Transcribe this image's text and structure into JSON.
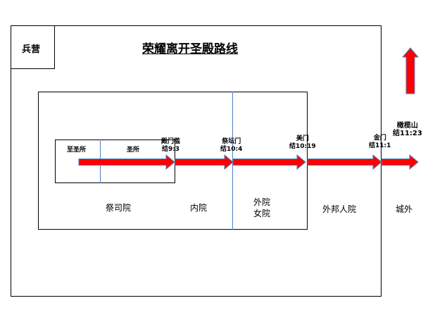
{
  "title": "荣耀离开圣殿路线",
  "barracks_label": "兵营",
  "left_labels": {
    "holiest": "至圣所",
    "holy": "圣所"
  },
  "checkpoints": [
    {
      "gate": "殿门槛",
      "verse": "结9:3"
    },
    {
      "gate": "祭坛门",
      "verse": "结10:4"
    },
    {
      "gate": "美门",
      "verse": "结10:19"
    },
    {
      "gate": "金门",
      "verse": "结11:1"
    },
    {
      "gate": "橄榄山",
      "verse": "结11:23"
    }
  ],
  "areas": {
    "priests_court": "祭司院",
    "inner_court": "内院",
    "outer_court_line1": "外院",
    "outer_court_line2": "女院",
    "gentiles_court": "外邦人院",
    "outside_city": "城外"
  },
  "colors": {
    "arrow_fill": "#ff0000",
    "arrow_stroke": "#4f81bd",
    "divider": "#4f81bd",
    "border": "#000000"
  }
}
